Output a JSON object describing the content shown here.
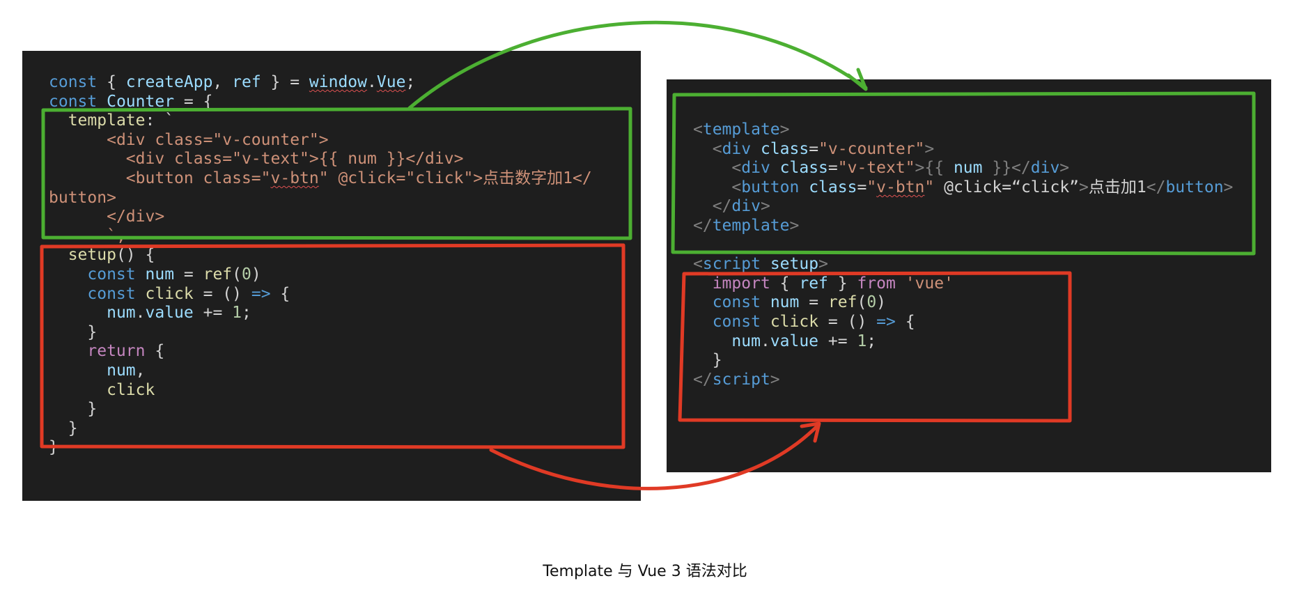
{
  "left_code": {
    "line1": {
      "kw": "const",
      "open": " { ",
      "id1": "createApp",
      "comma": ", ",
      "id2": "ref",
      "close": " } = ",
      "obj": "window",
      "dot": ".",
      "vue": "Vue",
      "semi": ";"
    },
    "line2": {
      "kw": "const",
      "name": "Counter",
      "rest": " = {"
    },
    "line3": {
      "key": "template",
      "rest": ": `"
    },
    "line4": "<div class=\"v-counter\">",
    "line5": "<div class=\"v-text\">{{ num }}</div>",
    "line6": {
      "a": "<button class=\"",
      "b": "v-btn",
      "c": "\" @click=\"click\">点击数字加1</"
    },
    "line7": "button>",
    "line8": "</div>",
    "line9": "`,",
    "line10": {
      "fn": "setup",
      "rest": "() {"
    },
    "line11": {
      "kw": "const",
      "name": "num",
      "eq": " = ",
      "fn": "ref",
      "op": "(",
      "num": "0",
      "cl": ")"
    },
    "line12": {
      "kw": "const",
      "name": "click",
      "eq": " = () ",
      "arrow": "=>",
      "br": " {"
    },
    "line13": {
      "name": "num",
      "dot": ".",
      "prop": "value",
      "op": " += ",
      "num": "1",
      "semi": ";"
    },
    "line14": "}",
    "line15": {
      "kw": "return",
      "br": " {"
    },
    "line16": {
      "name": "num",
      "comma": ","
    },
    "line17": "click",
    "line18": "}",
    "line19": "}",
    "line20": "}"
  },
  "right_code": {
    "line1": {
      "lt": "<",
      "tag": "template",
      "gt": ">"
    },
    "line2": {
      "lt": "<",
      "tag": "div",
      "attr": "class",
      "eq": "=",
      "val": "\"v-counter\"",
      "gt": ">"
    },
    "line3": {
      "lt": "<",
      "tag": "div",
      "attr": "class",
      "eq": "=",
      "val": "\"v-text\"",
      "gt": ">",
      "mo": "{{ ",
      "name": "num",
      "mc": " }}",
      "clt": "</",
      "ctag": "div",
      "cgt": ">"
    },
    "line4": {
      "lt": "<",
      "tag": "button",
      "attr": "class",
      "eq": "=",
      "q1": "\"",
      "valu": "v-btn",
      "q2": "\"",
      "attr2": "@click",
      "eq2": "=",
      "val2": "“click”",
      "gt": ">",
      "text": "点击加1",
      "clt": "</",
      "ctag": "button",
      "cgt": ">"
    },
    "line5": {
      "lt": "</",
      "tag": "div",
      "gt": ">"
    },
    "line6": {
      "lt": "</",
      "tag": "template",
      "gt": ">"
    },
    "line7": {
      "lt": "<",
      "tag": "script",
      "attr": "setup",
      "gt": ">"
    },
    "line8": {
      "kw": "import",
      "open": " { ",
      "name": "ref",
      "close": " } ",
      "from": "from",
      "str": "'vue'"
    },
    "line9": {
      "kw": "const",
      "name": "num",
      "eq": " = ",
      "fn": "ref",
      "op": "(",
      "num": "0",
      "cl": ")"
    },
    "line10": {
      "kw": "const",
      "name": "click",
      "eq": " = () ",
      "arrow": "=>",
      "br": " {"
    },
    "line11": {
      "name": "num",
      "dot": ".",
      "prop": "value",
      "op": " += ",
      "num": "1",
      "semi": ";"
    },
    "line12": "}",
    "line13": {
      "lt": "</",
      "tag": "script",
      "gt": ">"
    }
  },
  "caption": "Template 与 Vue 3 语法对比",
  "colors": {
    "background": "#ffffff",
    "panel": "#1e1e1e",
    "template_highlight": "#4caf32",
    "script_highlight": "#e03a25"
  }
}
